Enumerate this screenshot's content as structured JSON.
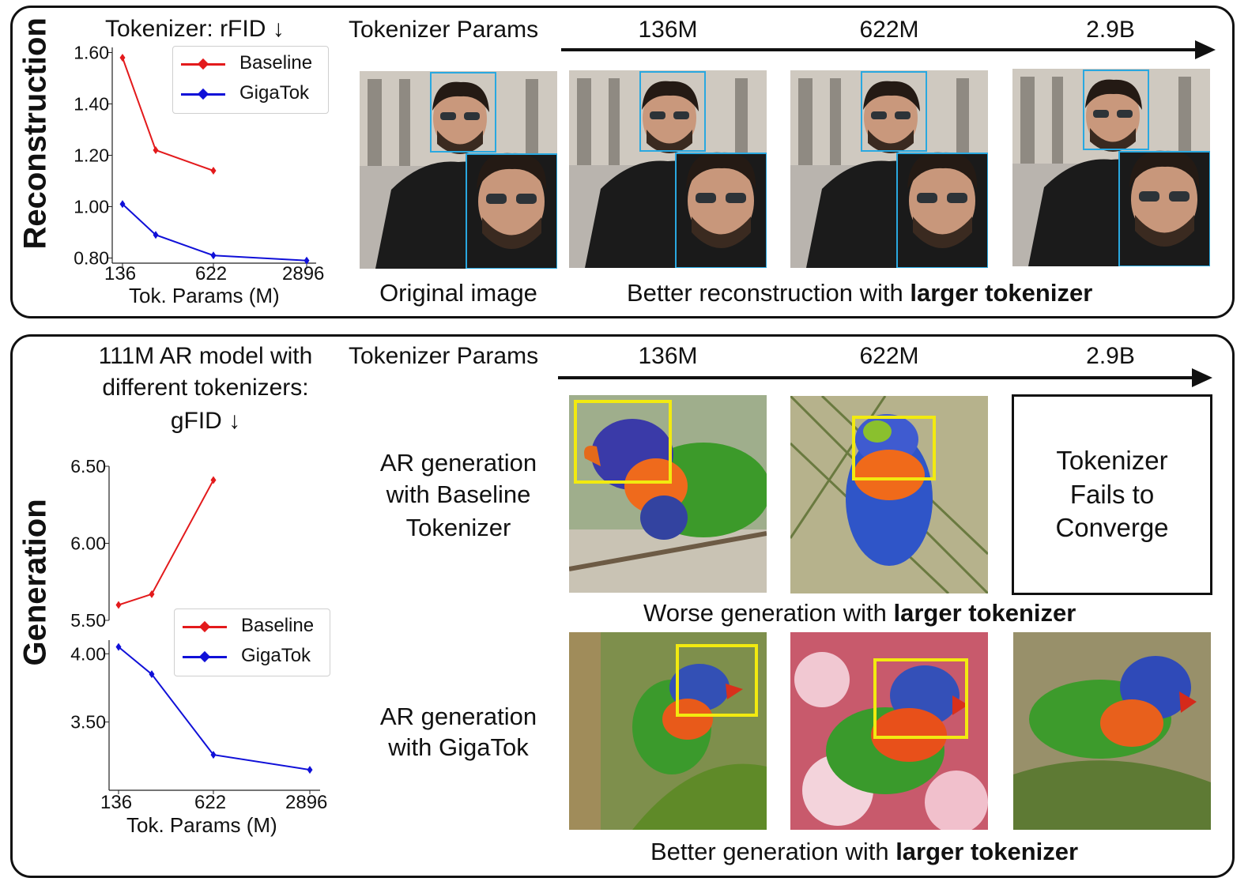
{
  "reconstruction": {
    "section_label": "Reconstruction",
    "chart_title": "Tokenizer: rFID ↓",
    "params_label": "Tokenizer Params",
    "sizes": [
      "136M",
      "622M",
      "2.9B"
    ],
    "caption_original": "Original image",
    "caption_prefix": "Better reconstruction with ",
    "caption_bold": "larger tokenizer"
  },
  "generation": {
    "section_label": "Generation",
    "chart_title_1": "111M AR model with",
    "chart_title_2": "different tokenizers:",
    "chart_title_3": "gFID ↓",
    "params_label": "Tokenizer Params",
    "sizes": [
      "136M",
      "622M",
      "2.9B"
    ],
    "row1_label_1": "AR generation",
    "row1_label_2": "with Baseline",
    "row1_label_3": "Tokenizer",
    "row2_label_1": "AR generation",
    "row2_label_2": "with GigaTok",
    "fail_text": "Tokenizer\nFails to\nConverge",
    "caption_worse_prefix": "Worse generation with ",
    "caption_worse_bold": "larger tokenizer",
    "caption_better_prefix": "Better generation with ",
    "caption_better_bold": "larger tokenizer"
  },
  "colors": {
    "baseline": "#e31a1c",
    "gigatok": "#1010d8",
    "highlight_blue": "#29a8e0",
    "highlight_yellow": "#f2ea10"
  },
  "chart_data": [
    {
      "type": "line",
      "title": "Tokenizer: rFID ↓",
      "xlabel": "Tok. Params (M)",
      "ylabel": "",
      "xticks": [
        "136",
        "622",
        "2896"
      ],
      "yticks": [
        "0.80",
        "1.00",
        "1.20",
        "1.40",
        "1.60"
      ],
      "ylim": [
        0.78,
        1.62
      ],
      "legend": "top-right",
      "series": [
        {
          "name": "Baseline",
          "x": [
            136,
            300,
            622
          ],
          "values": [
            1.58,
            1.22,
            1.14
          ]
        },
        {
          "name": "GigaTok",
          "x": [
            136,
            300,
            622,
            2896
          ],
          "values": [
            1.01,
            0.89,
            0.81,
            0.79
          ]
        }
      ]
    },
    {
      "type": "line",
      "title": "111M AR model with different tokenizers: gFID ↓",
      "xlabel": "Tok. Params (M)",
      "ylabel": "",
      "broken_axis": true,
      "xticks": [
        "136",
        "622",
        "2896"
      ],
      "yticks_upper": [
        "5.50",
        "6.00",
        "6.50"
      ],
      "yticks_lower": [
        "3.50",
        "4.00"
      ],
      "ylim_upper": [
        5.5,
        6.5
      ],
      "ylim_lower": [
        3.0,
        4.1
      ],
      "legend": "lower-right of upper panel",
      "series": [
        {
          "name": "Baseline",
          "x": [
            136,
            300,
            622
          ],
          "values": [
            5.6,
            5.67,
            6.41
          ]
        },
        {
          "name": "GigaTok",
          "x": [
            136,
            300,
            622,
            2896
          ],
          "values": [
            4.05,
            3.85,
            3.26,
            3.15
          ]
        }
      ]
    }
  ],
  "legend": {
    "baseline": "Baseline",
    "gigatok": "GigaTok"
  },
  "axis": {
    "xlabel": "Tok. Params (M)",
    "x1": "136",
    "x2": "622",
    "x3": "2896"
  }
}
